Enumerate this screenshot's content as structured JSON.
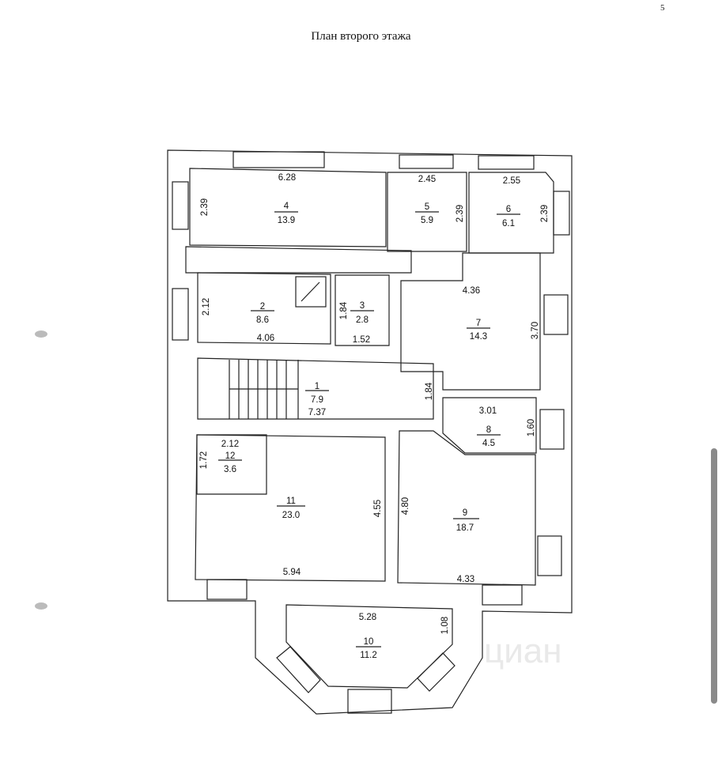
{
  "page_number": "5",
  "title": "План второго этажа",
  "rooms": [
    {
      "num": "1",
      "area": "7.9"
    },
    {
      "num": "2",
      "area": "8.6"
    },
    {
      "num": "3",
      "area": "2.8"
    },
    {
      "num": "4",
      "area": "13.9"
    },
    {
      "num": "5",
      "area": "5.9"
    },
    {
      "num": "6",
      "area": "6.1"
    },
    {
      "num": "7",
      "area": "14.3"
    },
    {
      "num": "8",
      "area": "4.5"
    },
    {
      "num": "9",
      "area": "18.7"
    },
    {
      "num": "10",
      "area": "11.2"
    },
    {
      "num": "11",
      "area": "23.0"
    },
    {
      "num": "12",
      "area": "3.6"
    }
  ],
  "dims": {
    "r4_w": "6.28",
    "r4_h": "2.39",
    "r5_w": "2.45",
    "r5_h": "2.39",
    "r6_w": "2.55",
    "r6_h": "2.39",
    "r2_w": "4.06",
    "r2_h": "2.12",
    "r3_w": "1.52",
    "r3_h": "1.84",
    "r7_w": "4.36",
    "r7_h": "3.70",
    "r1_w": "7.37",
    "r1_h": "1.84",
    "r8_w": "3.01",
    "r8_h": "1.60",
    "r12_w": "2.12",
    "r12_h": "1.72",
    "r11_w": "5.94",
    "r11_h": "4.55",
    "r9_w": "4.33",
    "r9_h": "4.80",
    "r10_w": "5.28",
    "r10_h": "1.08"
  },
  "watermark": "циан"
}
